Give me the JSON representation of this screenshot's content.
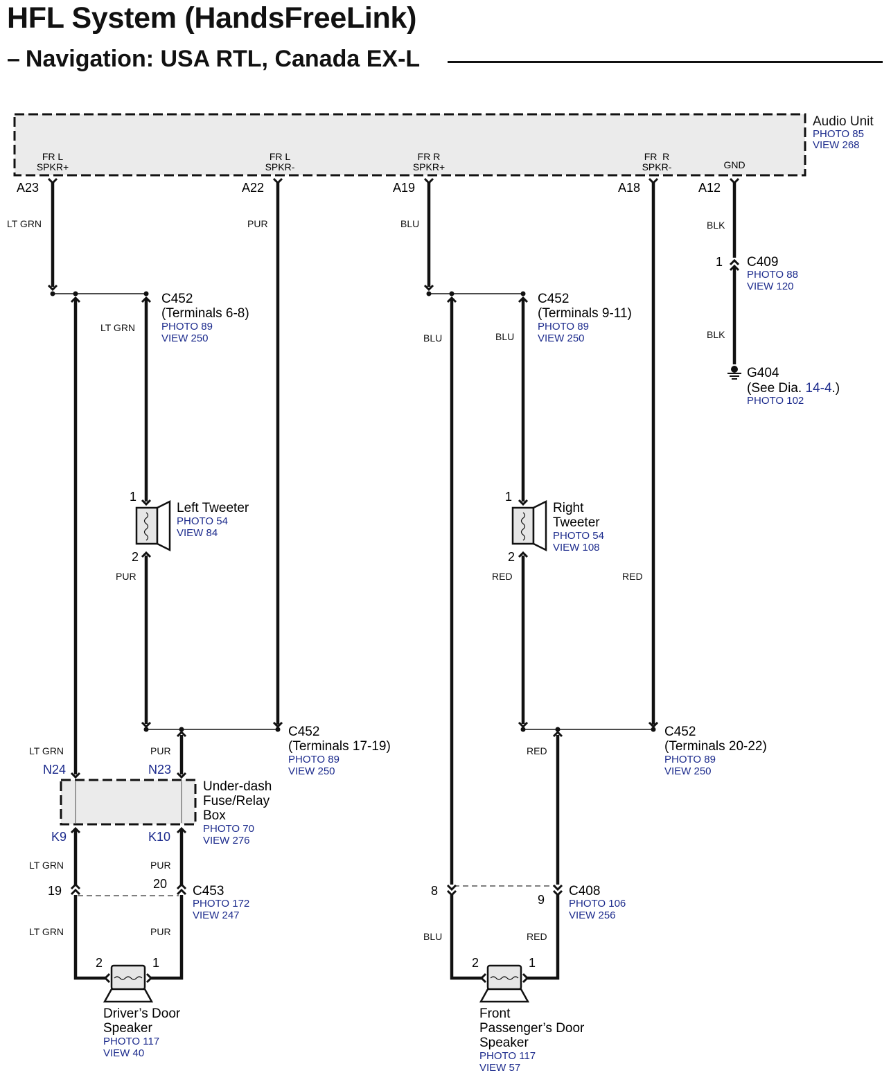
{
  "title": "HFL System (HandsFreeLink)",
  "subtitle": "Navigation: USA RTL, Canada EX-L",
  "audio_unit": {
    "name": "Audio Unit",
    "photo": "PHOTO 85",
    "view": "VIEW 268",
    "pins": [
      {
        "l1": "FR L",
        "l2": "SPKR+",
        "term": "A23"
      },
      {
        "l1": "FR L",
        "l2": "SPKR-",
        "term": "A22"
      },
      {
        "l1": "FR R",
        "l2": "SPKR+",
        "term": "A19"
      },
      {
        "l1": "FR  R",
        "l2": "SPKR-",
        "term": "A18"
      },
      {
        "l1": "GND",
        "l2": "",
        "term": "A12"
      }
    ]
  },
  "wires": {
    "a23": "LT GRN",
    "a22": "PUR",
    "a19": "BLU",
    "a12": "BLK",
    "left_tw_in": "LT GRN",
    "left_tw_out": "PUR",
    "right_tw_in": "BLU",
    "right_tw_out": "RED",
    "left_branch": "BLU",
    "a18": "RED",
    "n24": "LT GRN",
    "n23": "PUR",
    "c408_9": "RED",
    "k9": "LT GRN",
    "k10": "PUR",
    "drv_2": "LT GRN",
    "drv_1": "PUR",
    "pas_2": "BLU",
    "pas_1": "RED",
    "c409_blk": "BLK"
  },
  "c409": {
    "name": "C409",
    "pin": "1",
    "photo": "PHOTO 88",
    "view": "VIEW 120"
  },
  "g404": {
    "name": "G404",
    "see_open": "(See Dia. ",
    "see_link": "14-4",
    "see_close": ".)",
    "photo": "PHOTO 102"
  },
  "c452_a": {
    "name": "C452",
    "terminals": "(Terminals 6-8)",
    "photo": "PHOTO 89",
    "view": "VIEW 250"
  },
  "c452_b": {
    "name": "C452",
    "terminals": "(Terminals 9-11)",
    "photo": "PHOTO 89",
    "view": "VIEW 250"
  },
  "c452_c": {
    "name": "C452",
    "terminals": "(Terminals 17-19)",
    "photo": "PHOTO 89",
    "view": "VIEW 250"
  },
  "c452_d": {
    "name": "C452",
    "terminals": "(Terminals 20-22)",
    "photo": "PHOTO 89",
    "view": "VIEW 250"
  },
  "left_tweeter": {
    "name": "Left Tweeter",
    "pin1": "1",
    "pin2": "2",
    "photo": "PHOTO 54",
    "view": "VIEW 84"
  },
  "right_tweeter": {
    "name1": "Right",
    "name2": "Tweeter",
    "pin1": "1",
    "pin2": "2",
    "photo": "PHOTO 54",
    "view": "VIEW 108"
  },
  "fuse_box": {
    "l1": "Under-dash",
    "l2": "Fuse/Relay",
    "l3": "Box",
    "photo": "PHOTO 70",
    "view": "VIEW 276",
    "t1": "N24",
    "t2": "N23",
    "t3": "K9",
    "t4": "K10"
  },
  "c453": {
    "name": "C453",
    "pin_a": "19",
    "pin_b": "20",
    "photo": "PHOTO 172",
    "view": "VIEW 247"
  },
  "c408": {
    "name": "C408",
    "pin_a": "8",
    "pin_b": "9",
    "photo": "PHOTO 106",
    "view": "VIEW 256"
  },
  "driver_speaker": {
    "l1": "Driver’s Door",
    "l2": "Speaker",
    "pin2": "2",
    "pin1": "1",
    "photo": "PHOTO 117",
    "view": "VIEW 40"
  },
  "pass_speaker": {
    "l1": "Front",
    "l2": "Passenger’s Door",
    "l3": "Speaker",
    "pin2": "2",
    "pin1": "1",
    "photo": "PHOTO 117",
    "view": "VIEW 57"
  }
}
